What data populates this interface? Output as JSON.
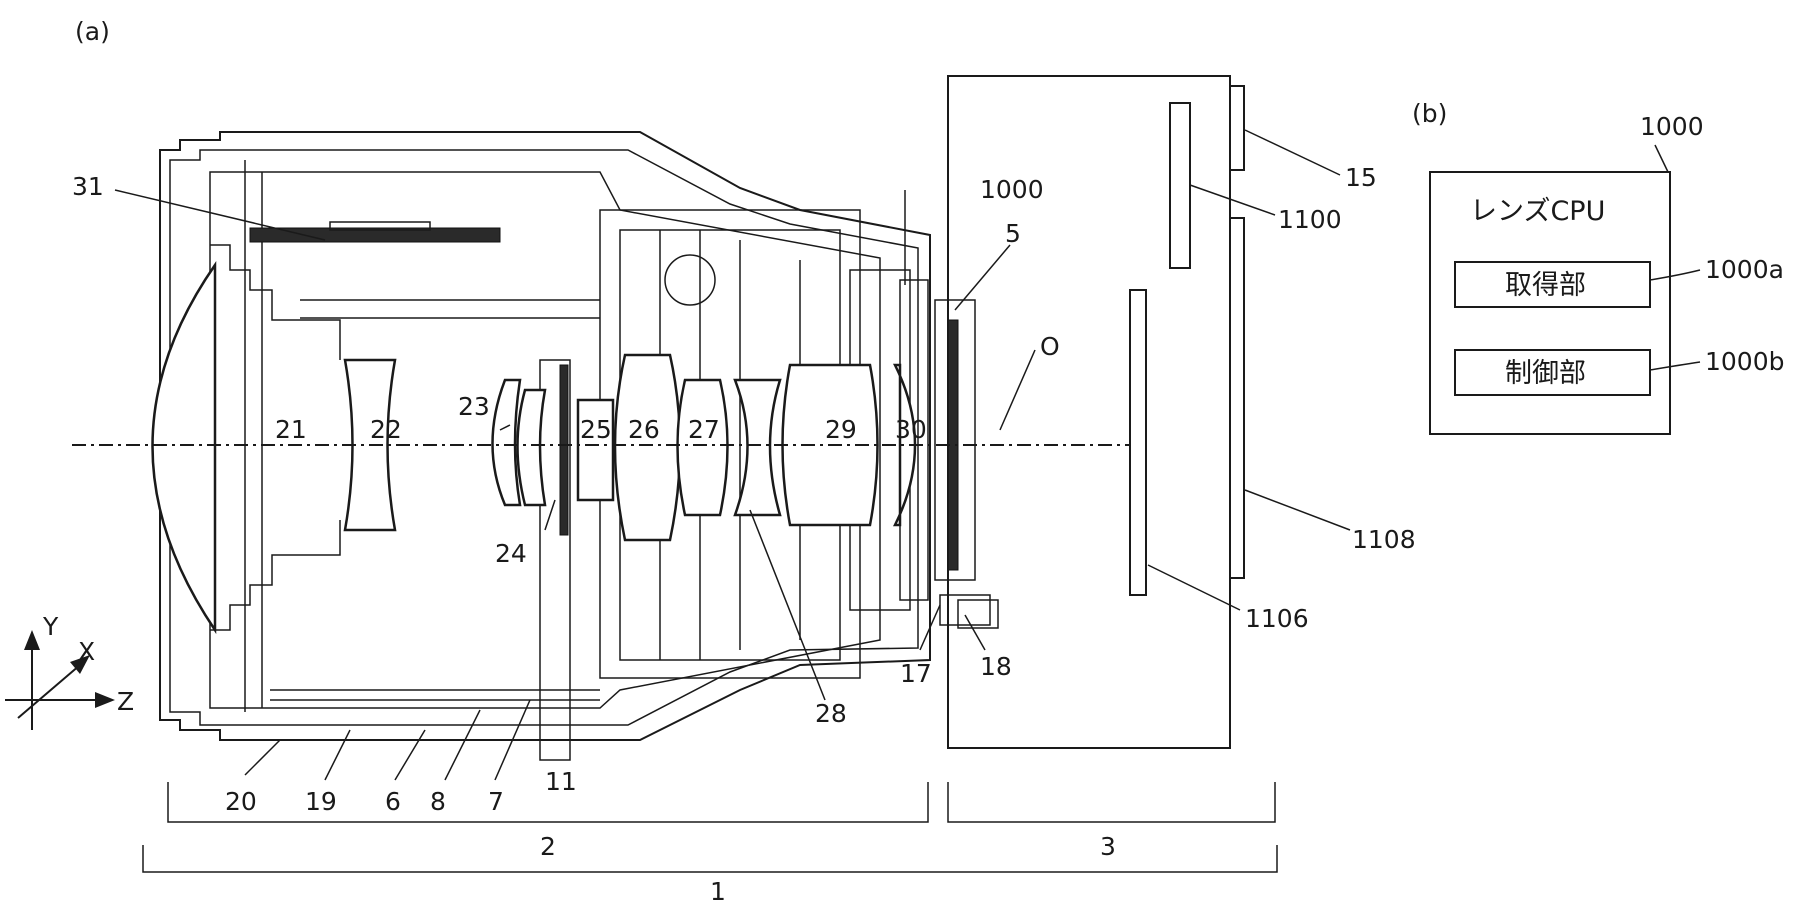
{
  "panel_a": {
    "label": "(a)",
    "optical_axis_label": "O",
    "lens_labels": [
      "21",
      "22",
      "23",
      "24",
      "25",
      "26",
      "27",
      "28",
      "29",
      "30",
      "31"
    ],
    "part_labels": [
      "5",
      "6",
      "7",
      "8",
      "11",
      "15",
      "17",
      "18",
      "19",
      "20",
      "1000",
      "1100",
      "1106",
      "1108"
    ],
    "axis_labels": {
      "x": "X",
      "y": "Y",
      "z": "Z"
    },
    "brace_labels": {
      "lens": "2",
      "camera": "3",
      "system": "1"
    }
  },
  "panel_b": {
    "label": "(b)",
    "ref_main": "1000",
    "title": "レンズCPU",
    "acq_label": "取得部",
    "acq_ref": "1000a",
    "ctrl_label": "制御部",
    "ctrl_ref": "1000b"
  }
}
